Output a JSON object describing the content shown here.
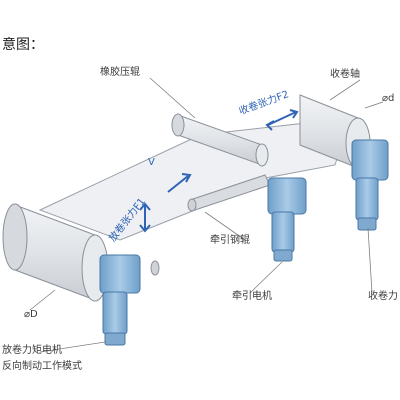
{
  "title": "意图：",
  "labels": {
    "rubber_roller": "橡胶压辊",
    "winding_shaft": "收卷轴",
    "diameter_top": "⌀d",
    "diameter_bottom": "⌀D",
    "traction_roller": "牵引钢辊",
    "traction_motor": "牵引电机",
    "winding_motor": "收卷力",
    "unwind_motor_line1": "放卷力矩电机",
    "unwind_motor_line2": "反向制动工作模式"
  },
  "web_text": {
    "tension_f2": "收卷张力F2",
    "tension_f1": "放卷张力F1",
    "speed": "V"
  },
  "colors": {
    "roller": "#e3e6ea",
    "web": "#eef0f3",
    "motor": "#8fb9dc",
    "arrow": "#2f63b5",
    "line": "#7f7f7f"
  }
}
